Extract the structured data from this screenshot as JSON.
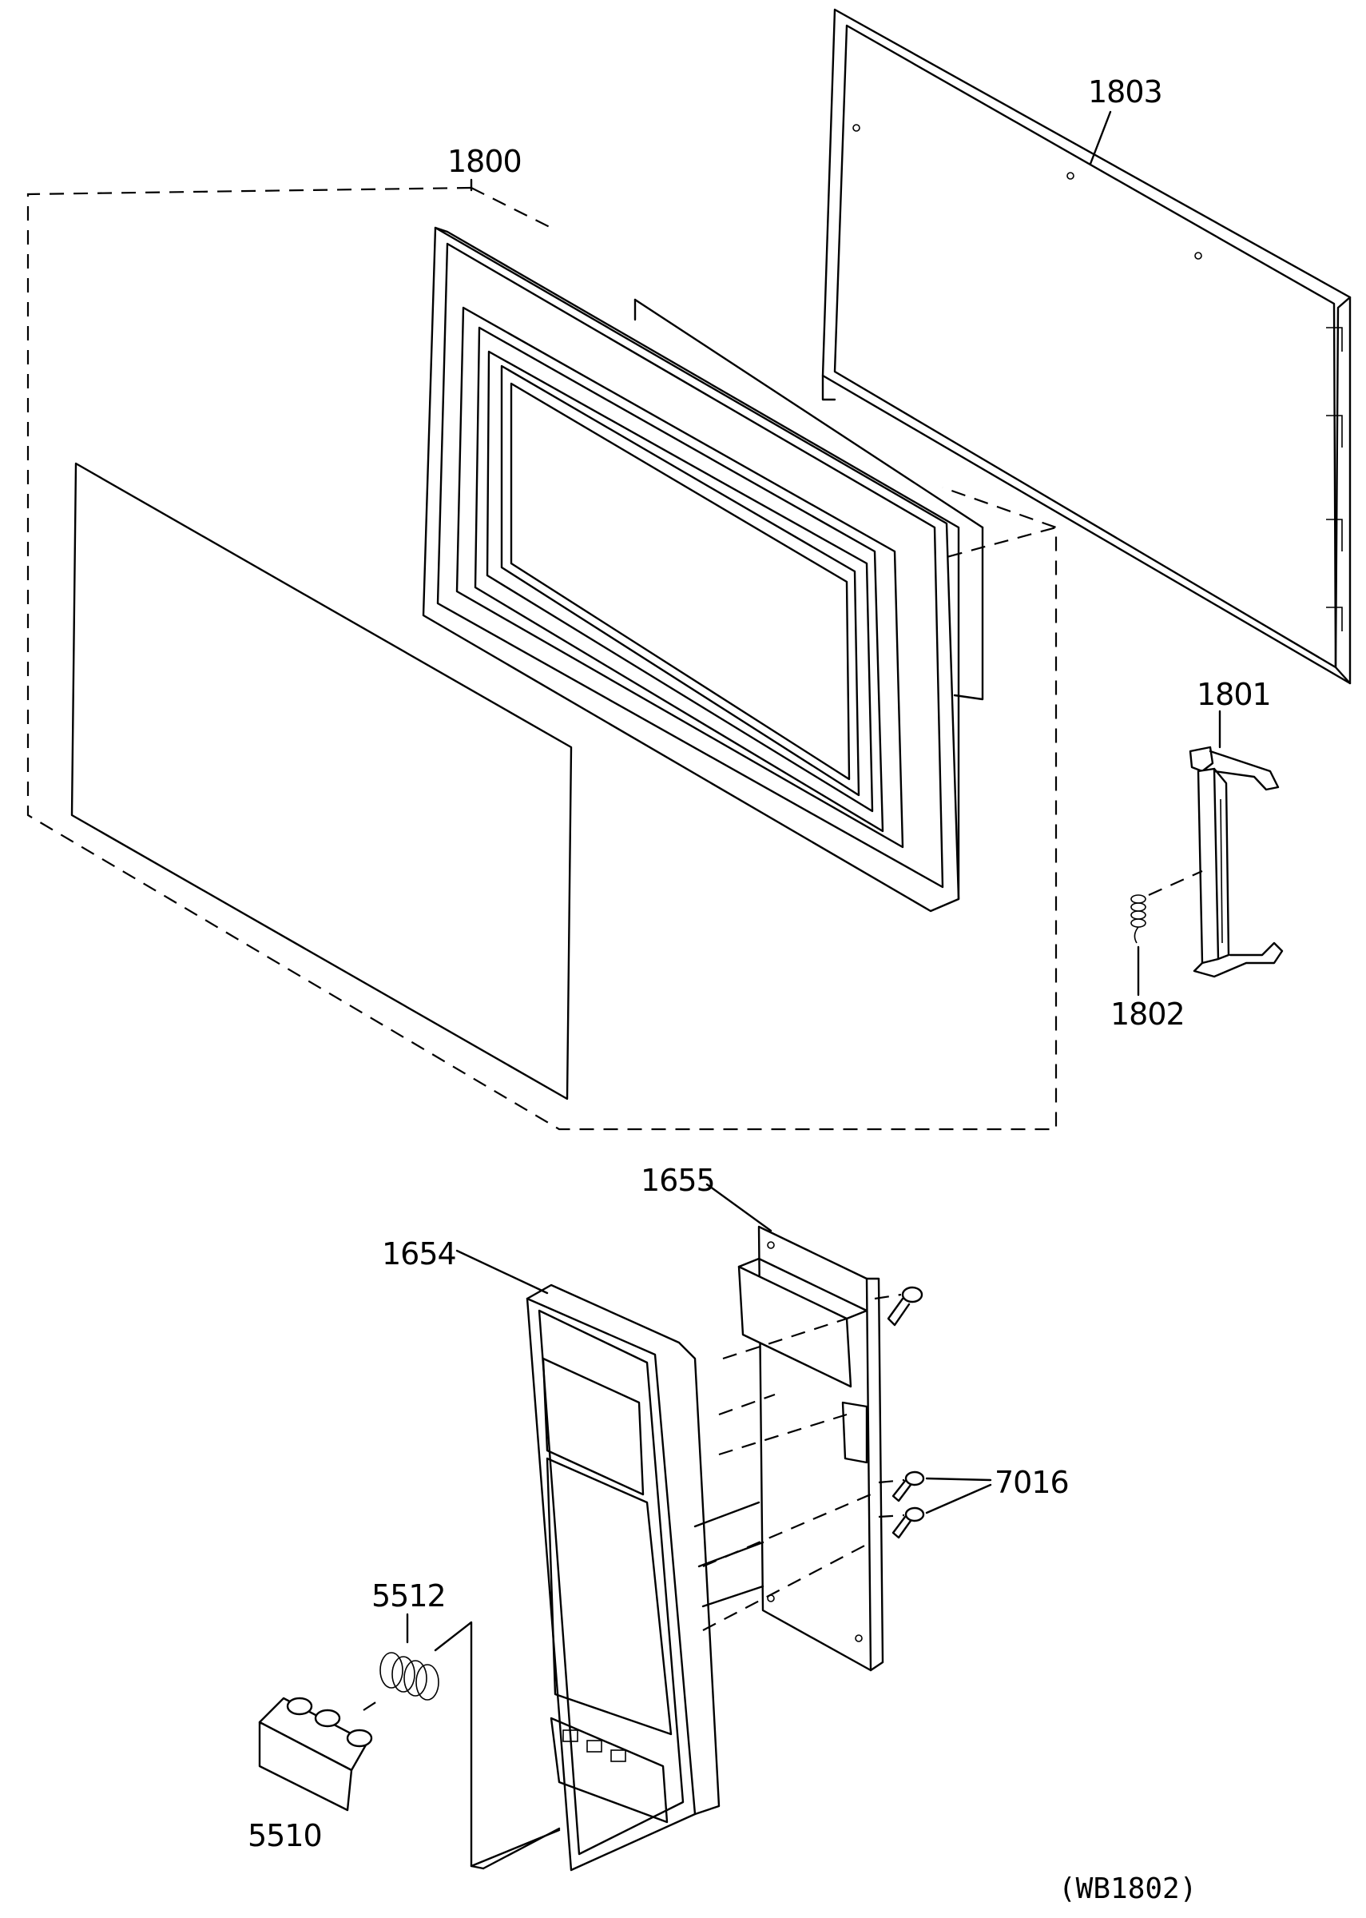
{
  "diagram": {
    "figure_code": "(WB1802)",
    "parts": [
      {
        "id": "door-assembly",
        "label": "1800"
      },
      {
        "id": "door-seal-frame",
        "label": "1803"
      },
      {
        "id": "latch-hook",
        "label": "1801"
      },
      {
        "id": "latch-spring",
        "label": "1802"
      },
      {
        "id": "control-bracket",
        "label": "1655"
      },
      {
        "id": "control-panel",
        "label": "1654"
      },
      {
        "id": "screws",
        "label": "7016"
      },
      {
        "id": "button-spring",
        "label": "5512"
      },
      {
        "id": "push-button",
        "label": "5510"
      }
    ]
  }
}
